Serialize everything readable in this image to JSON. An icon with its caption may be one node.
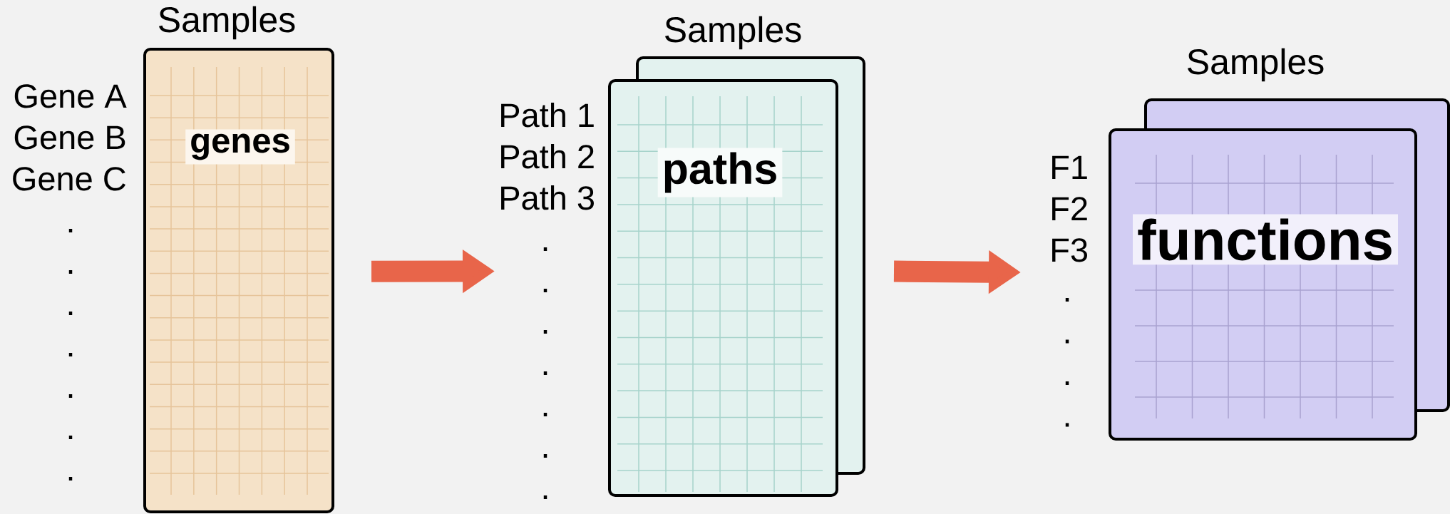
{
  "diagram": {
    "nodes": [
      {
        "text": [
          "Samples",
          "genes"
        ],
        "beside": [
          "Gene A",
          "Gene B",
          "Gene C",
          ".",
          ".",
          ".",
          ".",
          ".",
          ".",
          "."
        ]
      },
      {
        "text": [
          "Samples",
          "paths"
        ],
        "beside": [
          "Path 1",
          "Path 2",
          "Path 3",
          ".",
          ".",
          ".",
          ".",
          ".",
          ".",
          "."
        ]
      },
      {
        "text": [
          "Samples",
          "functions"
        ],
        "beside": [
          "F1",
          "F2",
          "F3",
          ".",
          ".",
          ".",
          "."
        ]
      }
    ],
    "edges": [
      {
        "from": 0,
        "to": 1,
        "arrow": "to"
      },
      {
        "from": 1,
        "to": 2,
        "arrow": "to"
      }
    ]
  }
}
